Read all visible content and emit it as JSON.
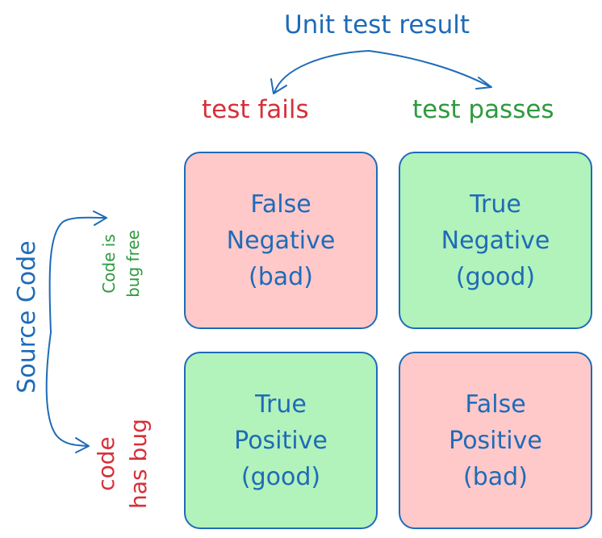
{
  "title": "Unit test result",
  "columns": {
    "fails": "test fails",
    "passes": "test passes"
  },
  "rows": {
    "axis": "Source Code",
    "bug_free": [
      "Code is",
      "bug free"
    ],
    "has_bug": [
      "code",
      "has bug"
    ]
  },
  "cells": {
    "top_left": [
      "False",
      "Negative",
      "(bad)"
    ],
    "top_right": [
      "True",
      "Negative",
      "(good)"
    ],
    "bottom_left": [
      "True",
      "Positive",
      "(good)"
    ],
    "bottom_right": [
      "False",
      "Positive",
      "(bad)"
    ]
  },
  "colors": {
    "ink": "#1e6bb8",
    "red": "#d6303a",
    "green": "#2f9a3e",
    "bad_fill": "#ffc9c9",
    "good_fill": "#b2f2bb"
  }
}
